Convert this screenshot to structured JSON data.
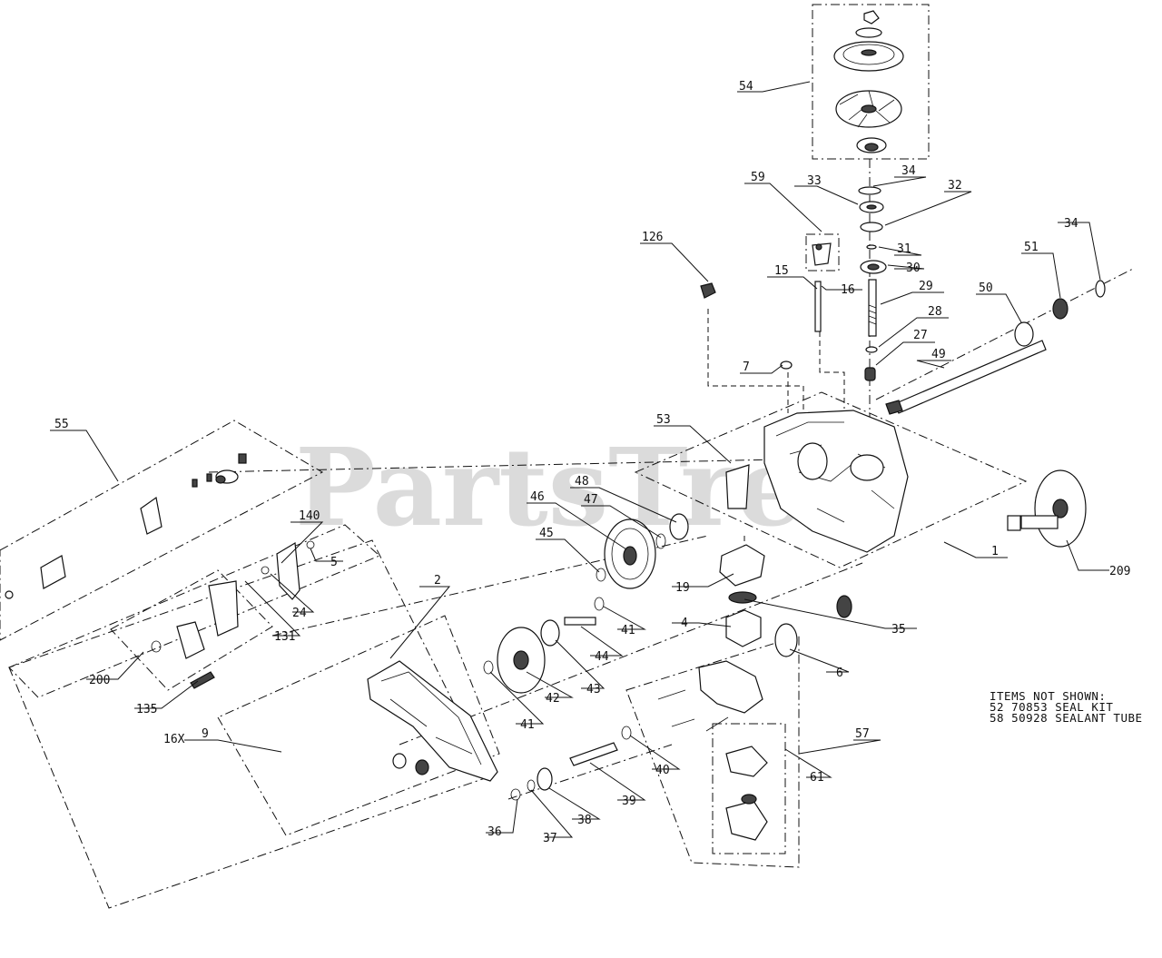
{
  "watermark": "PartsTree",
  "notes": {
    "line1": "ITEMS NOT SHOWN:",
    "line2": "52 70853 SEAL KIT",
    "line3": "58 50928 SEALANT TUBE"
  },
  "callouts": {
    "c54": "54",
    "c34a": "34",
    "c59": "59",
    "c33": "33",
    "c32": "32",
    "c126": "126",
    "c34b": "34",
    "c51": "51",
    "c31": "31",
    "c30": "30",
    "c15": "15",
    "c16": "16",
    "c29": "29",
    "c50": "50",
    "c28": "28",
    "c27": "27",
    "c7": "7",
    "c49": "49",
    "c53": "53",
    "c55": "55",
    "c48": "48",
    "c46": "46",
    "c47": "47",
    "c140": "140",
    "c45": "45",
    "c5": "5",
    "c1": "1",
    "c2": "2",
    "c19": "19",
    "c209": "209",
    "c24": "24",
    "c4": "4",
    "c41a": "41",
    "c35": "35",
    "c131": "131",
    "c44": "44",
    "c6": "6",
    "c200": "200",
    "c43": "43",
    "c42": "42",
    "c135": "135",
    "c41b": "41",
    "c57": "57",
    "c9": "9",
    "c16x": "16X",
    "c40": "40",
    "c61": "61",
    "c39": "39",
    "c38": "38",
    "c36": "36",
    "c37": "37"
  }
}
